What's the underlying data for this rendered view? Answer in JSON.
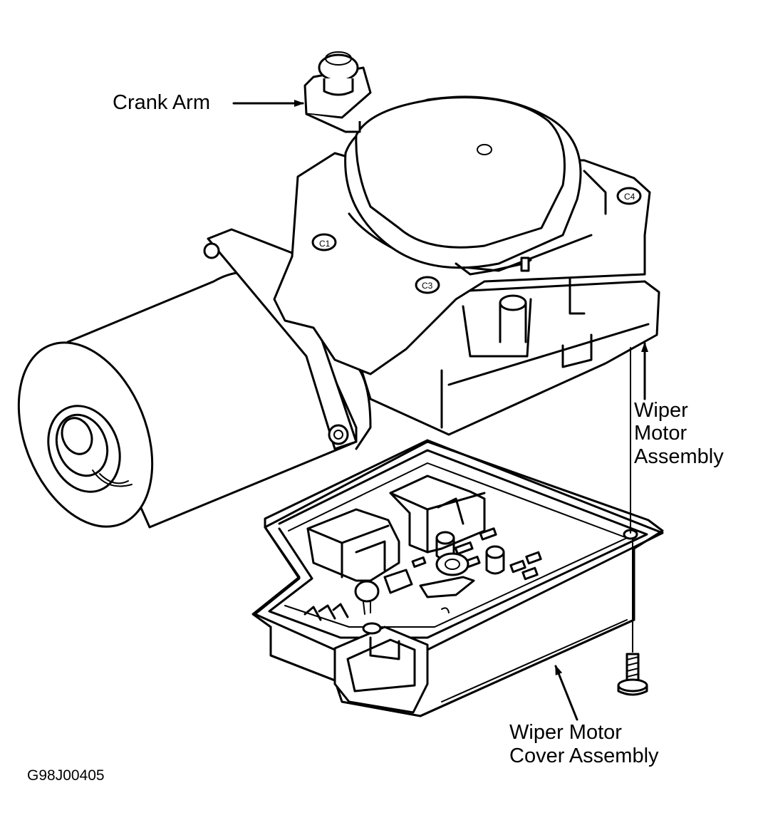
{
  "labels": {
    "crank_arm": "Crank Arm",
    "wiper_motor_assembly": [
      "Wiper",
      "Motor",
      "Assembly"
    ],
    "wiper_motor_cover_assembly": [
      "Wiper Motor",
      "Cover Assembly"
    ]
  },
  "figure_code": "G98J00405"
}
